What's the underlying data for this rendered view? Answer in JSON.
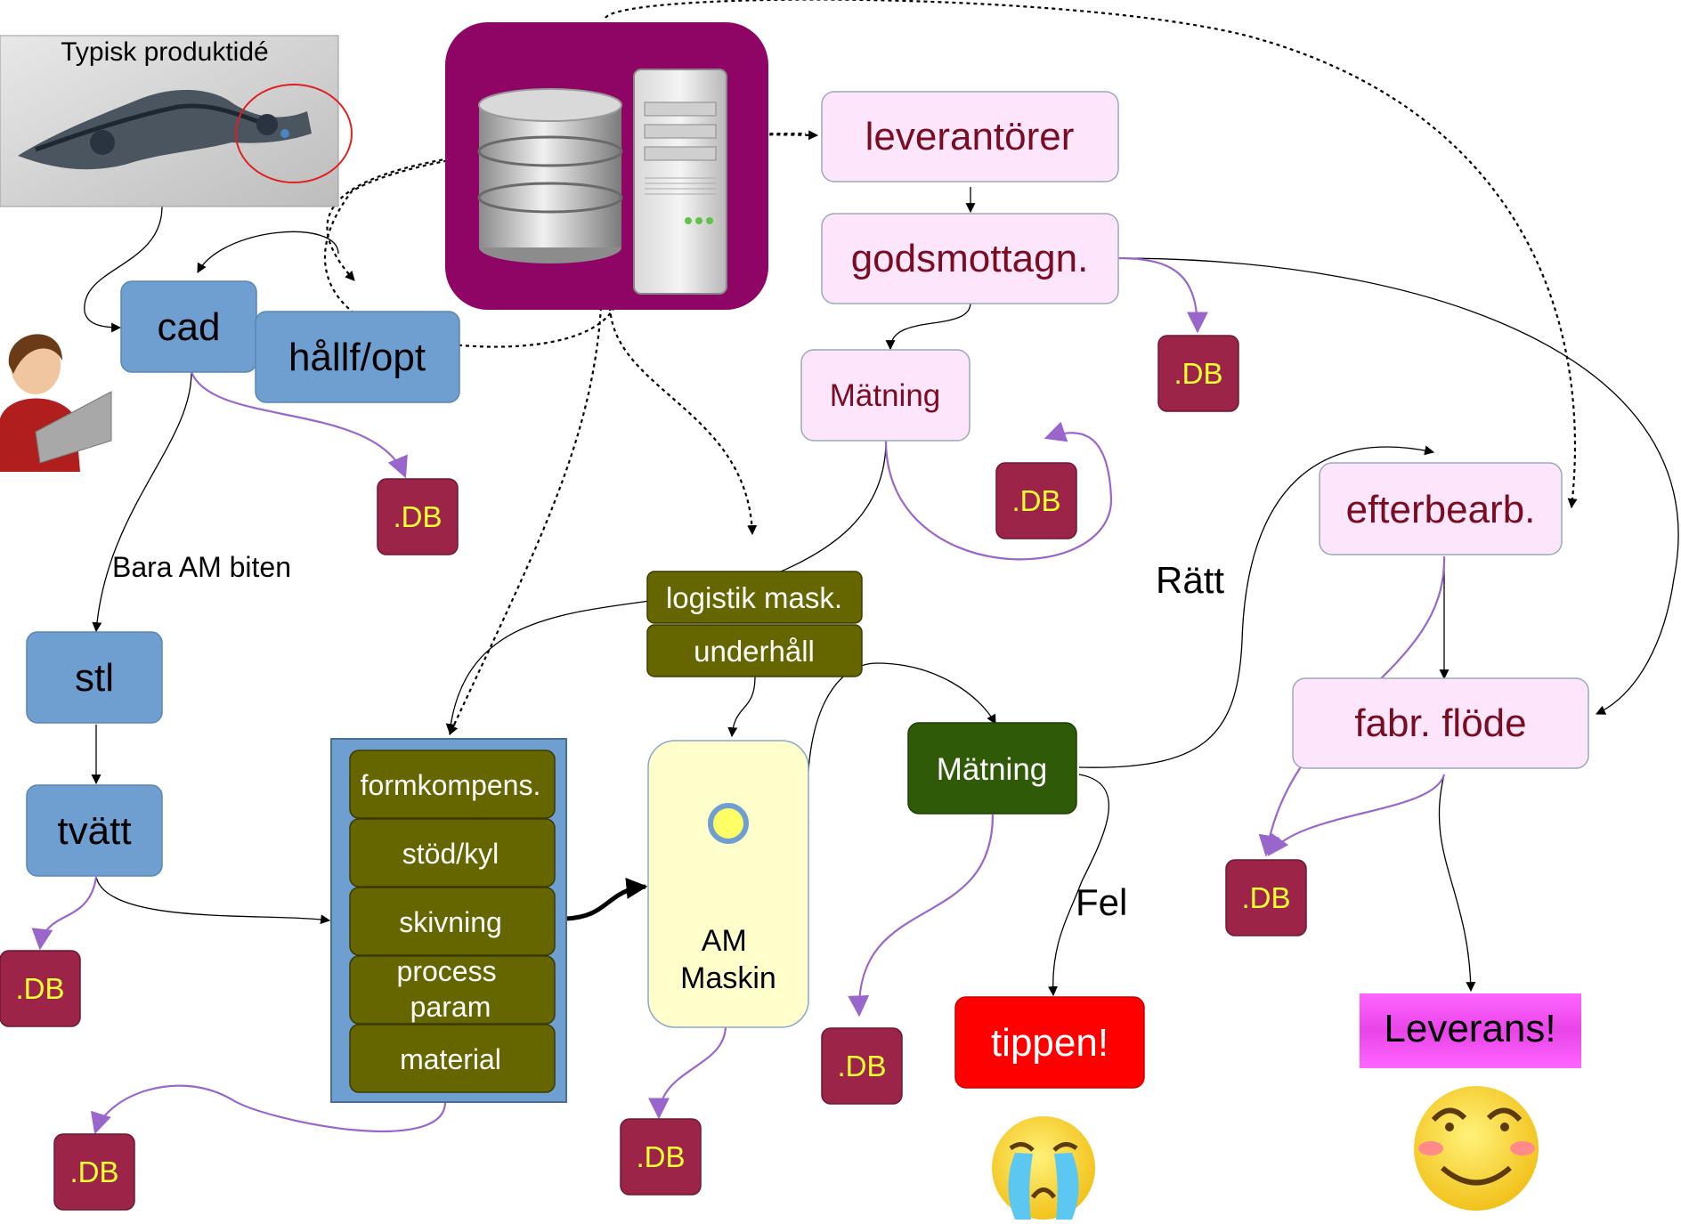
{
  "nodes": {
    "product_photo_caption": "Typisk produktidé",
    "cad": "cad",
    "hallf": "hållf/opt",
    "stl": "stl",
    "tvatt": "tvätt",
    "leverantorer": "leverantörer",
    "godsmottagn": "godsmottagn.",
    "matning_top": "Mätning",
    "logistik": "logistik mask.",
    "underhall": "underhåll",
    "prep": [
      "formkompens.",
      "stöd/kyl",
      "skivning",
      "process param",
      "material"
    ],
    "am_machine": "AM Maskin",
    "matning_mid": "Mätning",
    "tippen": "tippen!",
    "efterbearb": "efterbearb.",
    "fabr_flode": "fabr. flöde",
    "leverans": "Leverans!",
    "db": ".DB"
  },
  "edge_labels": {
    "bara_am": "Bara AM biten",
    "ratt": "Rätt",
    "fel": "Fel"
  },
  "colors": {
    "blue_box": "#6f9fd0",
    "olive_box": "#666600",
    "dark_green": "#2f5b08",
    "pink_box": "#fde6fb",
    "pink_text": "#7a0c22",
    "db_box": "#9b2448",
    "db_text": "#ffff33",
    "server_bg": "#8e0565",
    "am_machine": "#ffffcc",
    "tippen": "#ff0000",
    "leverans": "#ee33ee",
    "purple_arrow": "#9966cc"
  },
  "icons": [
    "database-icon",
    "server-icon",
    "user-laptop-icon",
    "crying-emoji-icon",
    "smiling-emoji-icon"
  ]
}
